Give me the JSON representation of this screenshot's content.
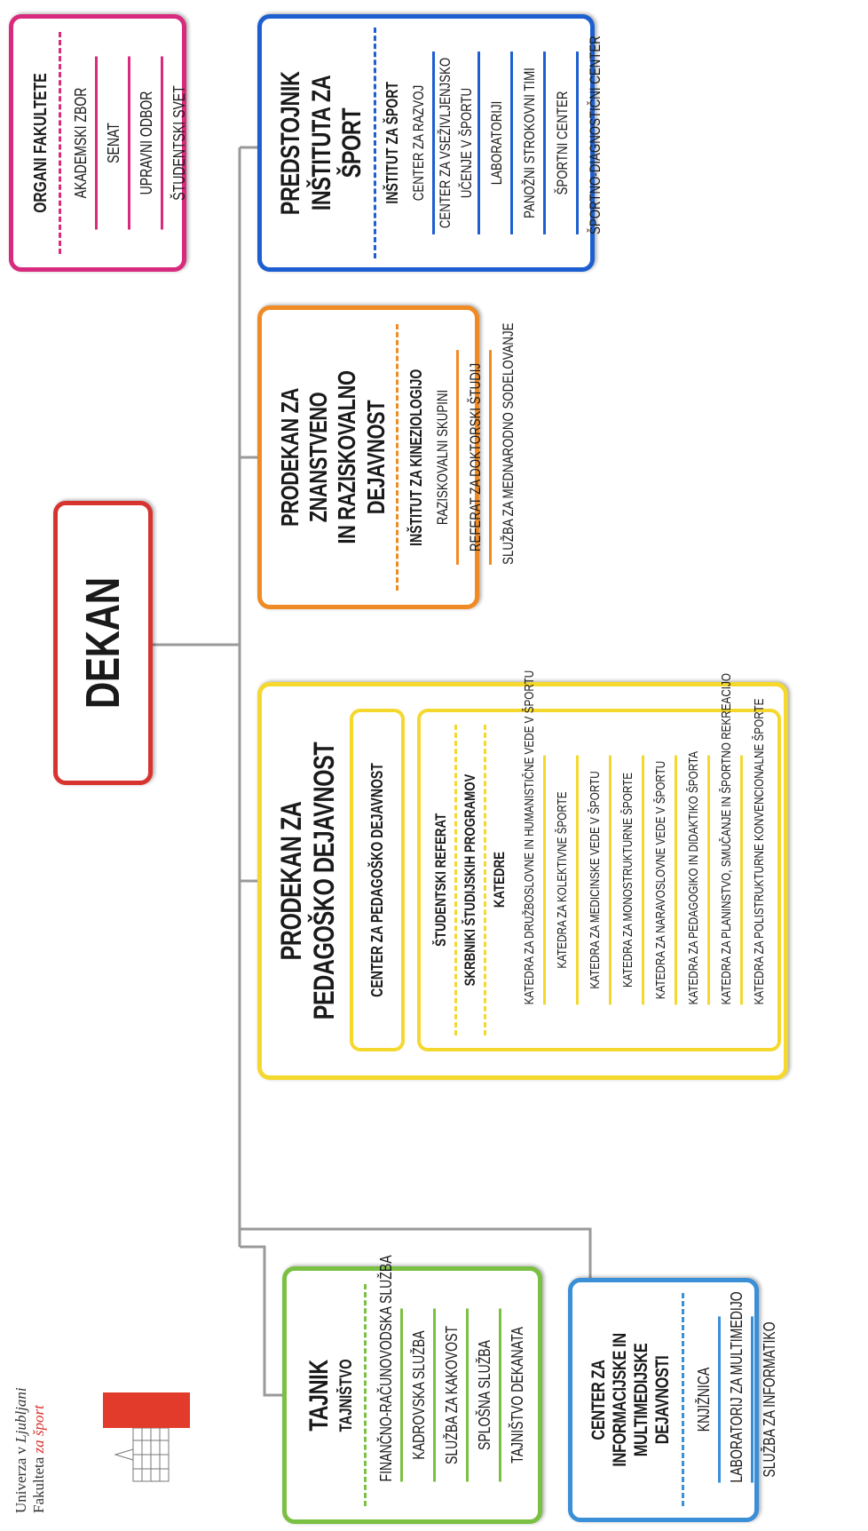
{
  "logo": {
    "line1_prefix": "Univerza v",
    "line1_name": "Ljubljani",
    "line2_prefix": "Fakulteta",
    "line2_name": "za šport"
  },
  "dekan": {
    "title": "DEKAN"
  },
  "tajnik": {
    "title": "TAJNIK",
    "subtitle": "TAJNIŠTVO",
    "items": [
      "FINANČNO-RAČUNOVODSKA SLUŽBA",
      "KADROVSKA SLUŽBA",
      "SLUŽBA ZA KAKOVOST",
      "SPLOŠNA SLUŽBA",
      "TAJNIŠTVO DEKANATA"
    ],
    "color": "#7ac043"
  },
  "info_center": {
    "title_line1": "CENTER ZA INFORMACIJSKE IN",
    "title_line2": "MULTIMEDIJSKE DEJAVNOSTI",
    "items": [
      "KNJIŽNICA",
      "LABORATORIJ ZA MULTIMEDIJO",
      "SLUŽBA ZA INFORMATIKO"
    ],
    "color": "#3b8fd6"
  },
  "pedagoska": {
    "title_line1": "PRODEKAN ZA",
    "title_line2": "PEDAGOŠKO DEJAVNOST",
    "center": "CENTER ZA PEDAGOŠKO DEJAVNOST",
    "referat": "ŠTUDENTSKI REFERAT",
    "skrbniki": "SKRBNIKI ŠTUDIJSKIH PROGRAMOV",
    "katedre_title": "KATEDRE",
    "katedre": [
      "KATEDRA ZA DRUŽBOSLOVNE IN HUMANISTIČNE VEDE V ŠPORTU",
      "KATEDRA ZA KOLEKTIVNE ŠPORTE",
      "KATEDRA ZA MEDICINSKE VEDE V ŠPORTU",
      "KATEDRA ZA MONOSTRUKTURNE ŠPORTE",
      "KATEDRA ZA NARAVOSLOVNE VEDE V ŠPORTU",
      "KATEDRA ZA PEDAGOGIKO IN DIDAKTIKO ŠPORTA",
      "KATEDRA ZA PLANINSTVO, SMUČANJE IN ŠPORTNO REKREACIJO",
      "KATEDRA ZA POLISTRUKTURNE KONVENCIONALNE ŠPORTE"
    ],
    "color": "#f5d82e"
  },
  "znanstvena": {
    "title_line1": "PRODEKAN ZA ZNANSTVENO",
    "title_line2": "IN RAZISKOVALNO DEJAVNOST",
    "subtitle": "INŠTITUT ZA KINEZIOLOGIJO",
    "items": [
      "RAZISKOVALNI SKUPINI",
      "REFERAT ZA DOKTORSKI ŠTUDIJ",
      "SLUŽBA ZA MEDNARODNO SODELOVANJE"
    ],
    "color": "#f08a24"
  },
  "institut": {
    "title_line1": "PREDSTOJNIK",
    "title_line2": "INŠTITUTA ZA ŠPORT",
    "subtitle": "INŠTITUT ZA ŠPORT",
    "items": [
      "CENTER ZA RAZVOJ",
      "CENTER ZA VSEŽIVLJENJSKO UČENJE V ŠPORTU",
      "LABORATORIJI",
      "PANOŽNI STROKOVNI TIMI",
      "ŠPORTNI CENTER",
      "ŠPORTNO-DIAGNOSTIČNI CENTER"
    ],
    "color": "#1d5fd0"
  },
  "organi": {
    "title": "ORGANI FAKULTETE",
    "items": [
      "AKADEMSKI ZBOR",
      "SENAT",
      "UPRAVNI ODBOR",
      "ŠTUDENTSKI SVET"
    ],
    "color": "#d82b7d"
  }
}
